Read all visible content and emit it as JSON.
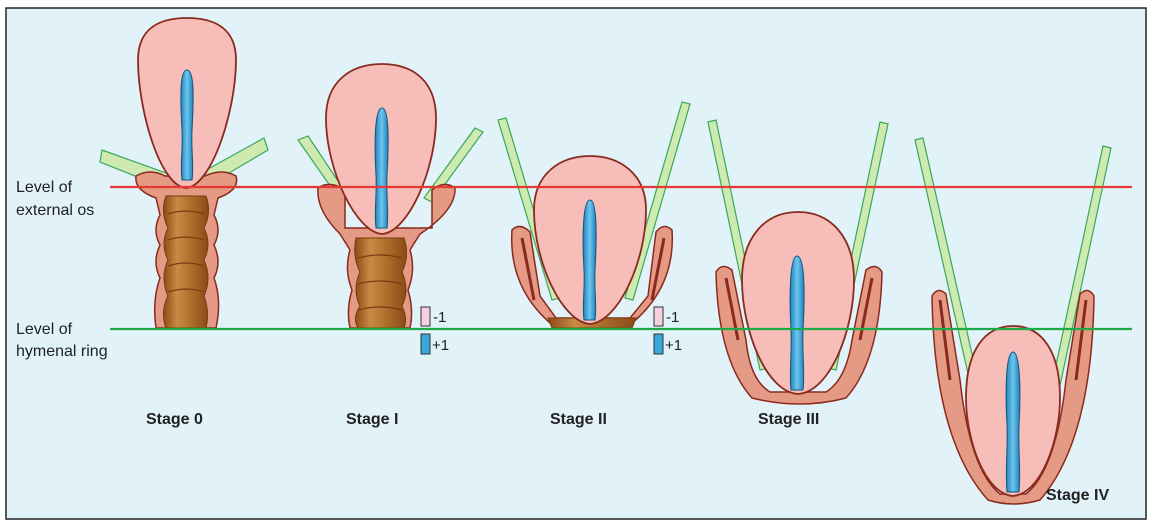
{
  "levels": {
    "external_os": {
      "line1": "Level of",
      "line2": "external os",
      "color": "#e53935"
    },
    "hymenal_ring": {
      "line1": "Level of",
      "line2": "hymenal ring",
      "color": "#1faa4a"
    }
  },
  "stages": [
    {
      "label": "Stage 0"
    },
    {
      "label": "Stage I"
    },
    {
      "label": "Stage II"
    },
    {
      "label": "Stage III"
    },
    {
      "label": "Stage IV"
    }
  ],
  "markers": {
    "minus": "-1",
    "plus": "+1",
    "minus_color": "#f6cfe0",
    "plus_color": "#3aa8dc"
  },
  "colors": {
    "background": "#e1f2f9",
    "uterus_fill": "#f7bdb8",
    "uterus_outline": "#8a2a1e",
    "canal": "#3aa0d6",
    "vagina_tissue": "#e49a84",
    "vagina_lining": "#a0501e",
    "ligament_fill": "#cfeab0",
    "ligament_line": "#3aa85a"
  }
}
